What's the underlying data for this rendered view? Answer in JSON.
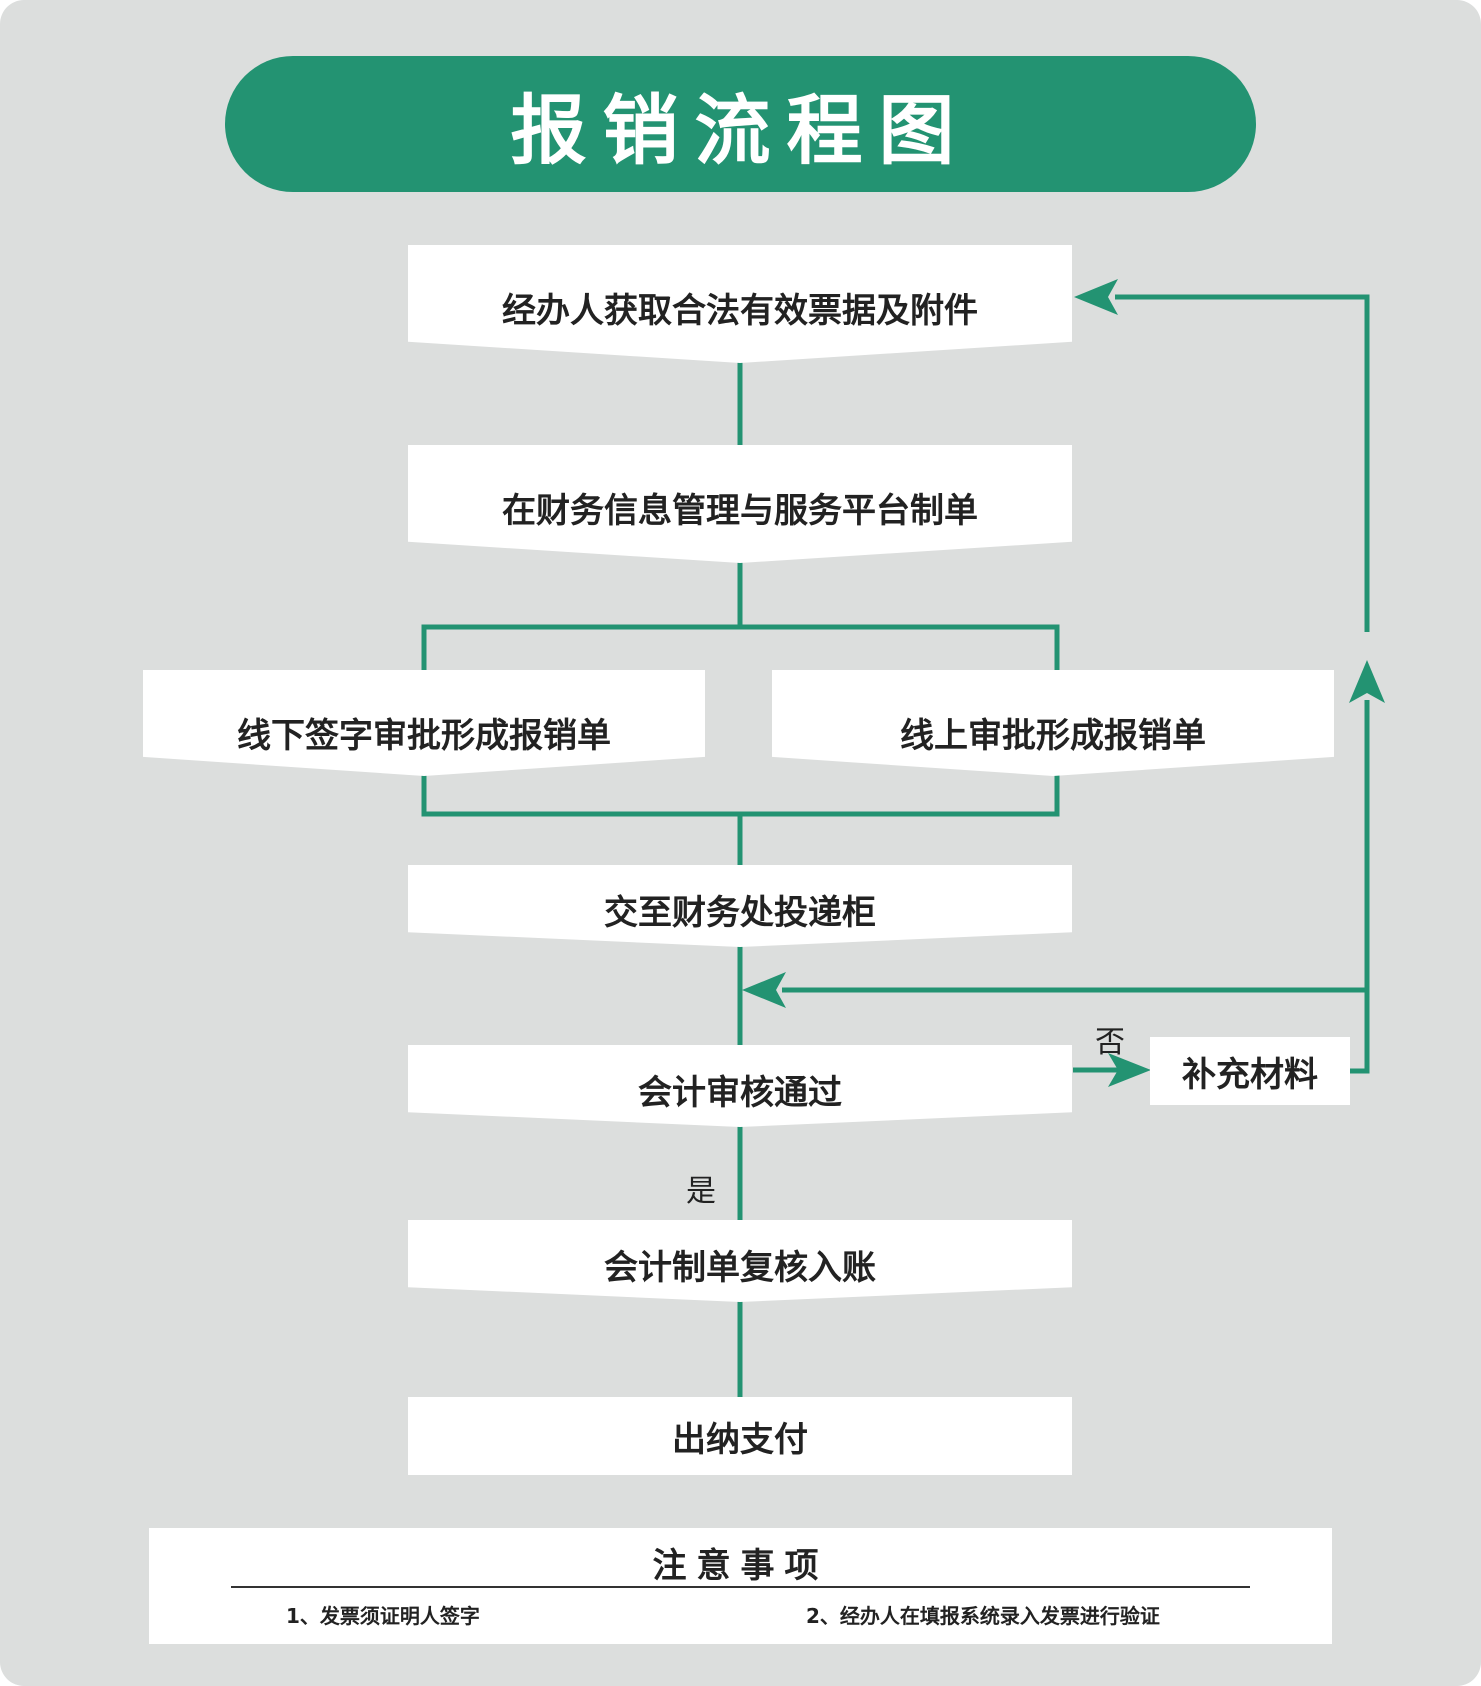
{
  "title": "报销流程图",
  "colors": {
    "accent": "#239372",
    "background": "#dcdedd",
    "box": "#ffffff",
    "text": "#222222"
  },
  "steps": {
    "obtain_invoices": "经办人获取合法有效票据及附件",
    "create_form": "在财务信息管理与服务平台制单",
    "offline_approval": "线下签字审批形成报销单",
    "online_approval": "线上审批形成报销单",
    "submit_box": "交至财务处投递柜",
    "accountant_review": "会计审核通过",
    "supplement": "补充材料",
    "recheck_post": "会计制单复核入账",
    "cashier_pay": "出纳支付"
  },
  "branch_labels": {
    "no": "否",
    "yes": "是"
  },
  "notes": {
    "title": "注意事项",
    "items": [
      "1、发票须证明人签字",
      "2、经办人在填报系统录入发票进行验证"
    ]
  }
}
